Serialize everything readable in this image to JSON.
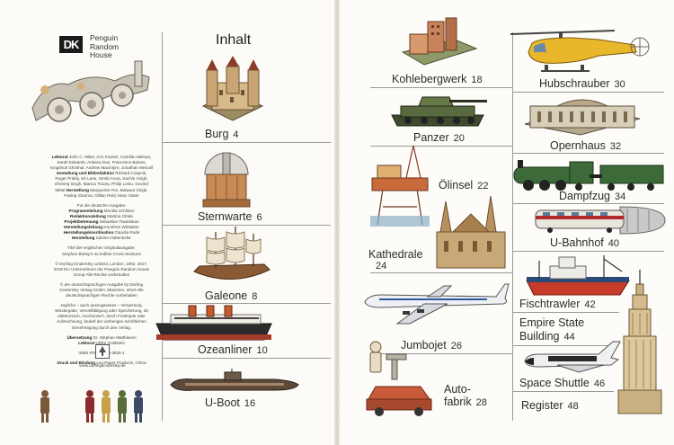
{
  "publisher": {
    "logo_mark": "DK",
    "line1": "Penguin",
    "line2": "Random",
    "line3": "House",
    "website": "www.dorlingkindersley.de"
  },
  "credits": {
    "lektorat_label": "Lektorat",
    "lektorat": "John C. Miles, Ann Kramer, Camilla Hallinan, Sarah Edwards, Ankana Das, Francesca Baines, Kingshuk Ghoshal, Andrew Macintyre, Jonathan Metcalf",
    "gestaltung_label": "Gestaltung und Bildredaktion",
    "gestaltung": "Richard Czapnik, Roger Priddy, Kit Lane, Smriti Arora, Sachin Singh, Dheeraj Singh, Bianca Tracey, Philip Letsu, Govind Mittal",
    "herstellung_label": "Herstellung",
    "herstellung": "Marguerite Fen, Balwant Singh, Pankaj Sharma, Gillian Reid, Mary Slater",
    "de_intro": "Für die deutsche Ausgabe:",
    "programmleitung_label": "Programmleitung",
    "programmleitung": "Monika Schlitzer",
    "redaktion_label": "Redaktionsleitung",
    "redaktion": "Martina Glöde",
    "projekt_label": "Projektbetreuung",
    "projekt": "Sebastian Twardokus",
    "herstellungsleitung_label": "Herstellungsleitung",
    "herstellungsleitung": "Dorothee Whittaker",
    "koordination_label": "Herstellungskoordination",
    "koordination": "Claudia Rode",
    "hersteller_label": "Herstellung",
    "hersteller": "Sabine Hüttenkofer",
    "orig_title_label": "Titel der englischen Originalausgabe:",
    "orig_title": "Stephen Biesty's Incredible Cross-Sections",
    "copyright1": "© Dorling Kindersley Limited, London, 1992, 2017, 2019 Ein Unternehmen der Penguin Random House Group Alle Rechte vorbehalten",
    "copyright2": "© der deutschsprachigen Ausgabe by Dorling Kindersley Verlag GmbH, München, 2019 Alle deutschsprachigen Rechte vorbehalten",
    "rights": "Jegliche – auch auszugsweise – Verwertung, Wiedergabe, Vervielfältigung oder Speicherung, ob elektronisch, mechanisch, durch Fotokopie oder Aufzeichnung, bedarf der vorherigen schriftlichen Genehmigung durch den Verlag.",
    "translation_label": "Übersetzung",
    "translation": "Dr. Stephan Matthiesen",
    "lektorat2_label": "Lektorat",
    "lektorat2": "Ulrike Goldstein",
    "isbn": "ISBN 978-3-8310-3825-1",
    "print_label": "Druck und Bindung",
    "print": "Leo Paper Products, China"
  },
  "toc_title": "Inhalt",
  "left_entries": [
    {
      "label": "Burg",
      "page": "4"
    },
    {
      "label": "Sternwarte",
      "page": "6"
    },
    {
      "label": "Galeone",
      "page": "8"
    },
    {
      "label": "Ozeanliner",
      "page": "10"
    },
    {
      "label": "U-Boot",
      "page": "16"
    }
  ],
  "middle_entries": [
    {
      "label": "Kohlebergwerk",
      "page": "18"
    },
    {
      "label": "Panzer",
      "page": "20"
    },
    {
      "label": "Ölinsel",
      "page": "22"
    },
    {
      "label_line1": "Kathedrale",
      "page": "24"
    },
    {
      "label": "Jumbojet",
      "page": "26"
    },
    {
      "label_line1": "Auto-",
      "label_line2": "fabrik",
      "page": "28"
    }
  ],
  "right_entries": [
    {
      "label": "Hubschrauber",
      "page": "30"
    },
    {
      "label": "Opernhaus",
      "page": "32"
    },
    {
      "label": "Dampfzug",
      "page": "34"
    },
    {
      "label": "U-Bahnhof",
      "page": "40"
    },
    {
      "label": "Fischtrawler",
      "page": "42"
    },
    {
      "label_line1": "Empire State",
      "label_line2": "Building",
      "page": "44"
    },
    {
      "label": "Space Shuttle",
      "page": "46"
    },
    {
      "label": "Register",
      "page": "48"
    }
  ],
  "colors": {
    "rule": "#9a9a9a",
    "text": "#2a2a2a",
    "logo": "#1a1a1a"
  }
}
